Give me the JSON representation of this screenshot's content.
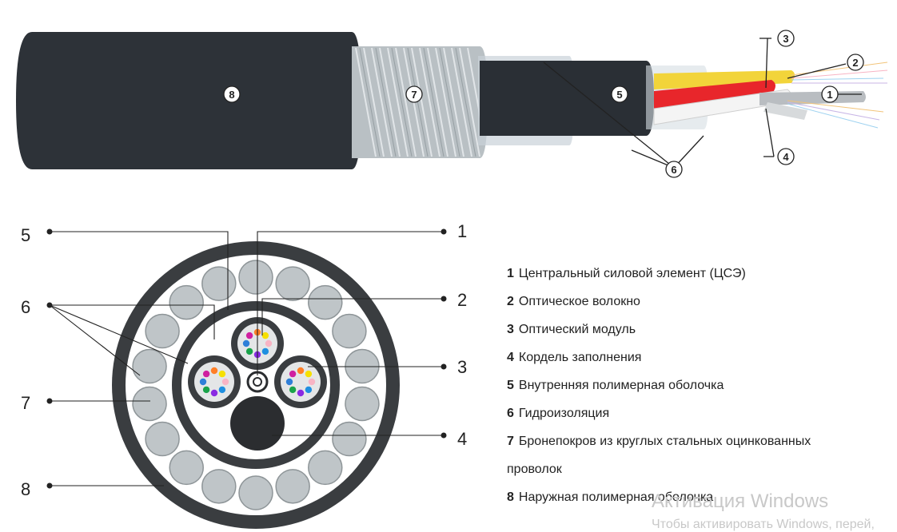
{
  "cable_view_callouts": [
    "8",
    "7",
    "5",
    "6",
    "3",
    "2",
    "1",
    "4"
  ],
  "cross_section_callouts": {
    "left": [
      "5",
      "6",
      "7",
      "8"
    ],
    "right": [
      "1",
      "2",
      "3",
      "4"
    ]
  },
  "legend": [
    {
      "num": "1",
      "text": "Центральный силовой элемент (ЦСЭ)"
    },
    {
      "num": "2",
      "text": "Оптическое волокно"
    },
    {
      "num": "3",
      "text": "Оптический модуль"
    },
    {
      "num": "4",
      "text": "Кордель заполнения"
    },
    {
      "num": "5",
      "text": "Внутренняя полимерная оболочка"
    },
    {
      "num": "6",
      "text": "Гидроизоляция"
    },
    {
      "num": "7",
      "text": "Бронепокров из круглых стальных оцинкованных проволок"
    },
    {
      "num": "8",
      "text": "Наружная полимерная оболочка"
    }
  ],
  "watermark": {
    "title": "Активация Windows",
    "subtitle": "Чтобы активировать Windows, перей,"
  },
  "colors": {
    "jacket": "#2d3238",
    "armor": "#bfc5c8",
    "module_yellow": "#f2d43a",
    "module_red": "#e8262b",
    "fiber_colors": [
      "#ff7f27",
      "#f6e000",
      "#f8b4c4",
      "#1f8fe0",
      "#8a2be2",
      "#1aa34a",
      "#2f7fd8",
      "#d020a0"
    ]
  },
  "icons": {
    "callout_marker": "circle-number-icon",
    "endpoint": "dot-icon"
  }
}
